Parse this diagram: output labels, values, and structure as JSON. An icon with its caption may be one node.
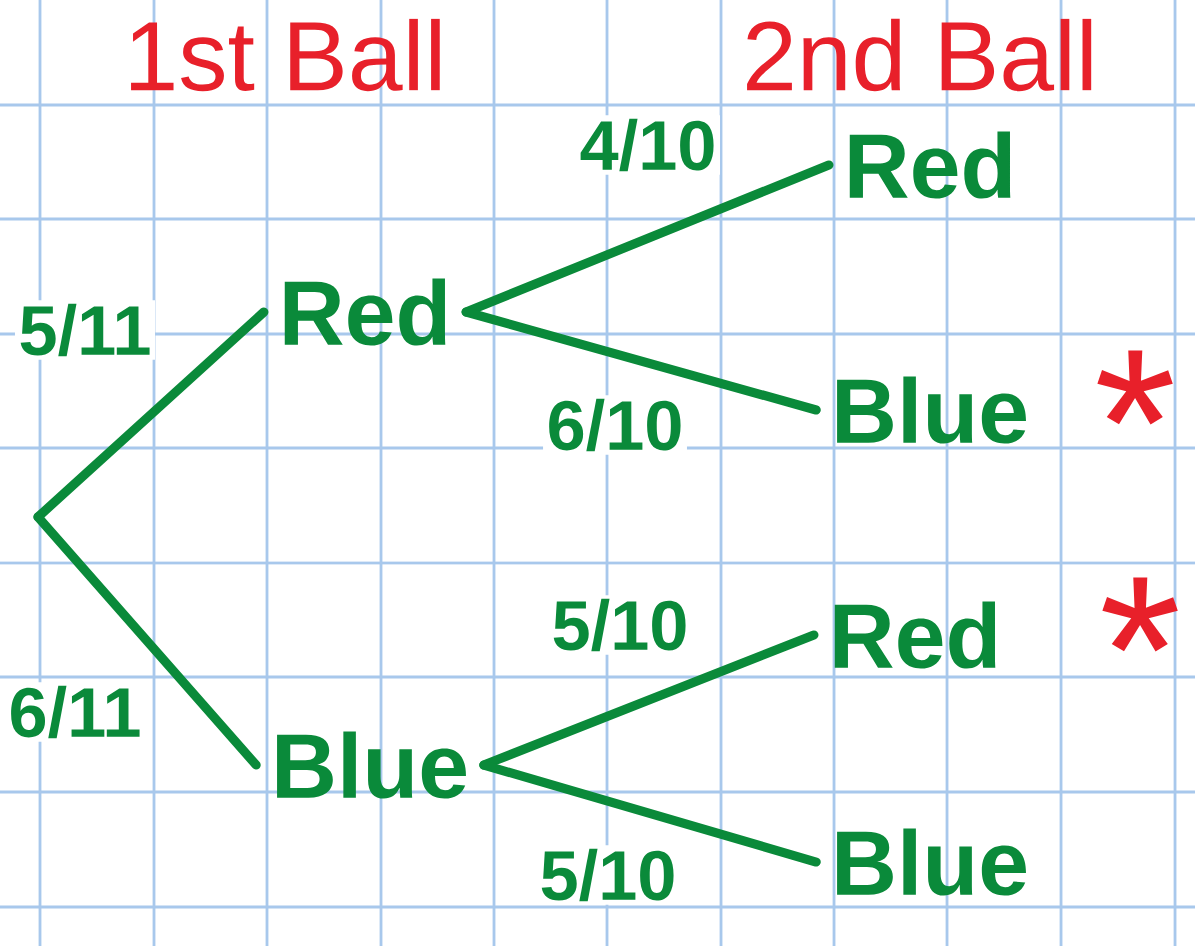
{
  "diagram": {
    "nodes": [
      {
        "text": [
          "Red"
        ]
      },
      {
        "text": [
          "Blue"
        ]
      },
      {
        "text": [
          "Red"
        ]
      },
      {
        "text": [
          "Blue"
        ],
        "beside": [
          "*"
        ]
      },
      {
        "text": [
          "Red"
        ],
        "beside": [
          "*"
        ]
      },
      {
        "text": [
          "Blue"
        ]
      }
    ],
    "edges": [
      {
        "from": null,
        "to": 0,
        "arrow": "none",
        "label": "5/11"
      },
      {
        "from": null,
        "to": 1,
        "arrow": "none",
        "label": "6/11"
      },
      {
        "from": 0,
        "to": 2,
        "arrow": "none",
        "label": "4/10"
      },
      {
        "from": 0,
        "to": 3,
        "arrow": "none",
        "label": "6/10"
      },
      {
        "from": 1,
        "to": 4,
        "arrow": "none",
        "label": "5/10"
      },
      {
        "from": 1,
        "to": 5,
        "arrow": "none",
        "label": "5/10"
      }
    ],
    "labels": [
      "1st Ball",
      "2nd Ball"
    ]
  }
}
